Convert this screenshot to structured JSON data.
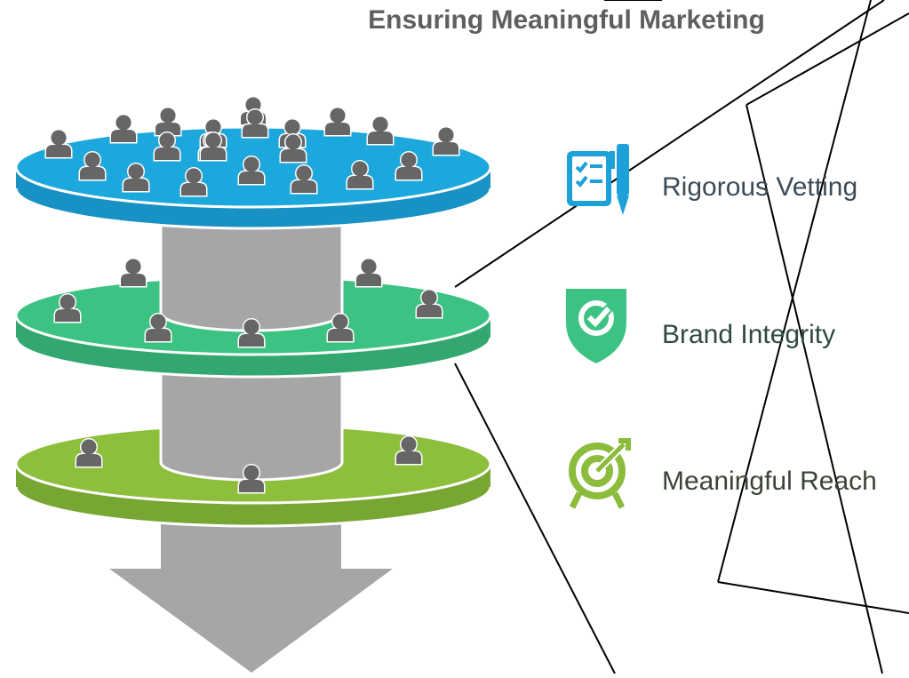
{
  "title": "Ensuring Meaningful Marketing",
  "items": [
    {
      "label": "Rigorous Vetting",
      "icon": "checklist-pen-icon",
      "color": "#1da1d8",
      "text_color": "#3d4b57"
    },
    {
      "label": "Brand Integrity",
      "icon": "shield-check-icon",
      "color": "#3cc384",
      "text_color": "#2f4a3e"
    },
    {
      "label": "Meaningful Reach",
      "icon": "target-arrow-icon",
      "color": "#8cbc3c",
      "text_color": "#3c4436"
    }
  ],
  "funnel": {
    "layers": [
      {
        "name": "top-layer",
        "color": "#1da8dd",
        "side": "#1891c4",
        "people": 24
      },
      {
        "name": "middle-layer",
        "color": "#3cc384",
        "side": "#32a870",
        "people": 9
      },
      {
        "name": "bottom-layer",
        "color": "#8dbf3d",
        "side": "#77a633",
        "people": 3
      }
    ],
    "shaft_color": "#a6a6a6",
    "person_color": "#666666"
  }
}
